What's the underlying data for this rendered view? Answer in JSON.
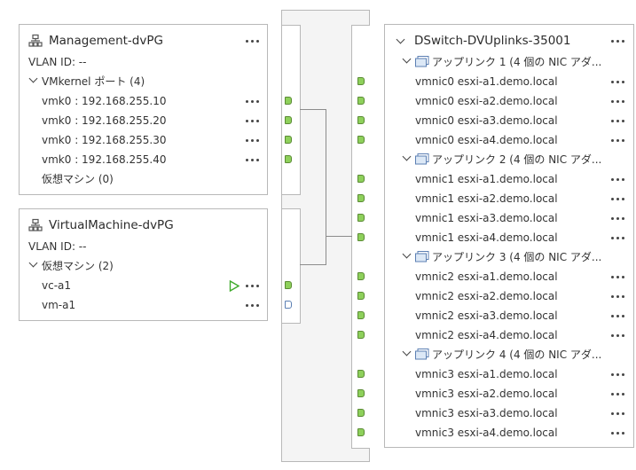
{
  "portgroups": [
    {
      "title": "Management-dvPG",
      "vlan": "VLAN ID: --",
      "section": "VMkernel ポート (4)",
      "items": [
        "vmk0 : 192.168.255.10",
        "vmk0 : 192.168.255.20",
        "vmk0 : 192.168.255.30",
        "vmk0 : 192.168.255.40"
      ],
      "footer": "仮想マシン (0)"
    },
    {
      "title": "VirtualMachine-dvPG",
      "vlan": "VLAN ID: --",
      "section": "仮想マシン (2)",
      "items": [
        "vc-a1",
        "vm-a1"
      ]
    }
  ],
  "uplink_switch": {
    "title": "DSwitch-DVUplinks-35001",
    "groups": [
      {
        "label": "アップリンク 1 (4 個の NIC アダ...",
        "nics": [
          "vmnic0 esxi-a1.demo.local",
          "vmnic0 esxi-a2.demo.local",
          "vmnic0 esxi-a3.demo.local",
          "vmnic0 esxi-a4.demo.local"
        ]
      },
      {
        "label": "アップリンク 2 (4 個の NIC アダ...",
        "nics": [
          "vmnic1 esxi-a1.demo.local",
          "vmnic1 esxi-a2.demo.local",
          "vmnic1 esxi-a3.demo.local",
          "vmnic1 esxi-a4.demo.local"
        ]
      },
      {
        "label": "アップリンク 3 (4 個の NIC アダ...",
        "nics": [
          "vmnic2 esxi-a1.demo.local",
          "vmnic2 esxi-a2.demo.local",
          "vmnic2 esxi-a3.demo.local",
          "vmnic2 esxi-a4.demo.local"
        ]
      },
      {
        "label": "アップリンク 4 (4 個の NIC アダ...",
        "nics": [
          "vmnic3 esxi-a1.demo.local",
          "vmnic3 esxi-a2.demo.local",
          "vmnic3 esxi-a3.demo.local",
          "vmnic3 esxi-a4.demo.local"
        ]
      }
    ]
  },
  "colors": {
    "port_active": "#8ed05b",
    "port_border": "#5a8a34",
    "port_inactive_border": "#5b7fb3",
    "power_on": "#3faa2c"
  },
  "icons": {
    "portgroup": "portgroup-network-icon",
    "uplink_group": "uplink-nic-icon",
    "more": "more-actions-icon",
    "power": "power-on-icon"
  }
}
